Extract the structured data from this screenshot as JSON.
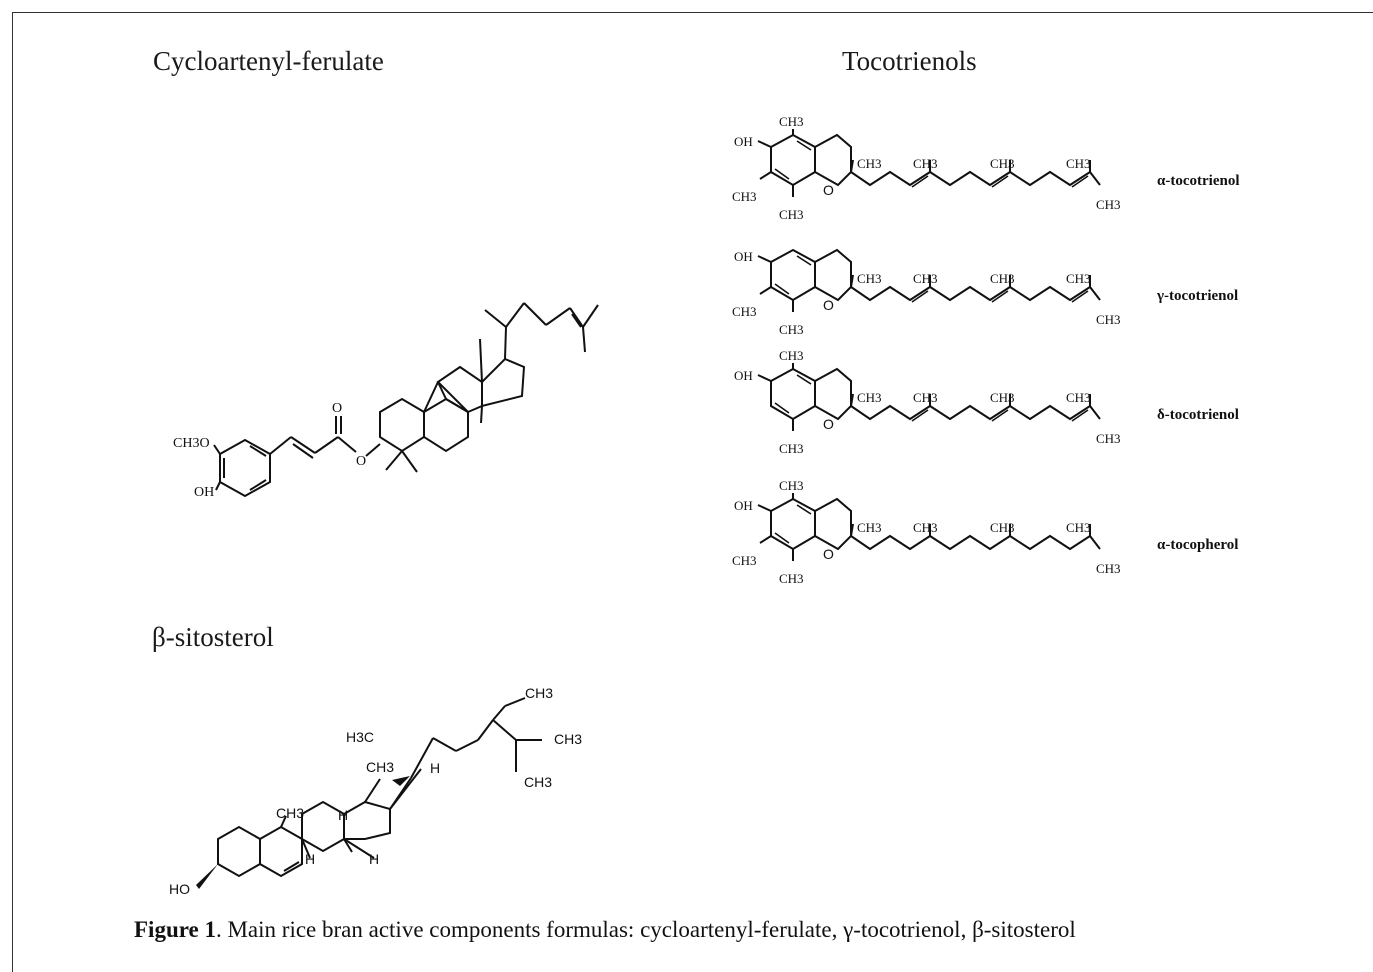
{
  "headings": {
    "cycloartenyl": "Cycloartenyl-ferulate",
    "tocotrienols": "Tocotrienols",
    "sitosterol": "β-sitosterol"
  },
  "cycloartenyl_atoms": {
    "methoxy": "CH3O",
    "hydroxyl": "OH",
    "carbonyl_o": "O",
    "ester_o": "O"
  },
  "tocotrienol_atoms": {
    "oh": "OH",
    "ch3": "CH3",
    "ring_o": "O"
  },
  "compounds": [
    {
      "label": "α-tocotrienol"
    },
    {
      "label": "γ-tocotrienol"
    },
    {
      "label": "δ-tocotrienol"
    },
    {
      "label": "α-tocopherol"
    }
  ],
  "sitosterol_atoms": {
    "h3c": "H3C",
    "ch3": "CH3",
    "h": "H",
    "ho": "HO"
  },
  "caption": {
    "figure_label": "Figure 1",
    "text": ". Main rice bran active components formulas: cycloartenyl-ferulate, γ-tocotrienol, β-sitosterol"
  }
}
